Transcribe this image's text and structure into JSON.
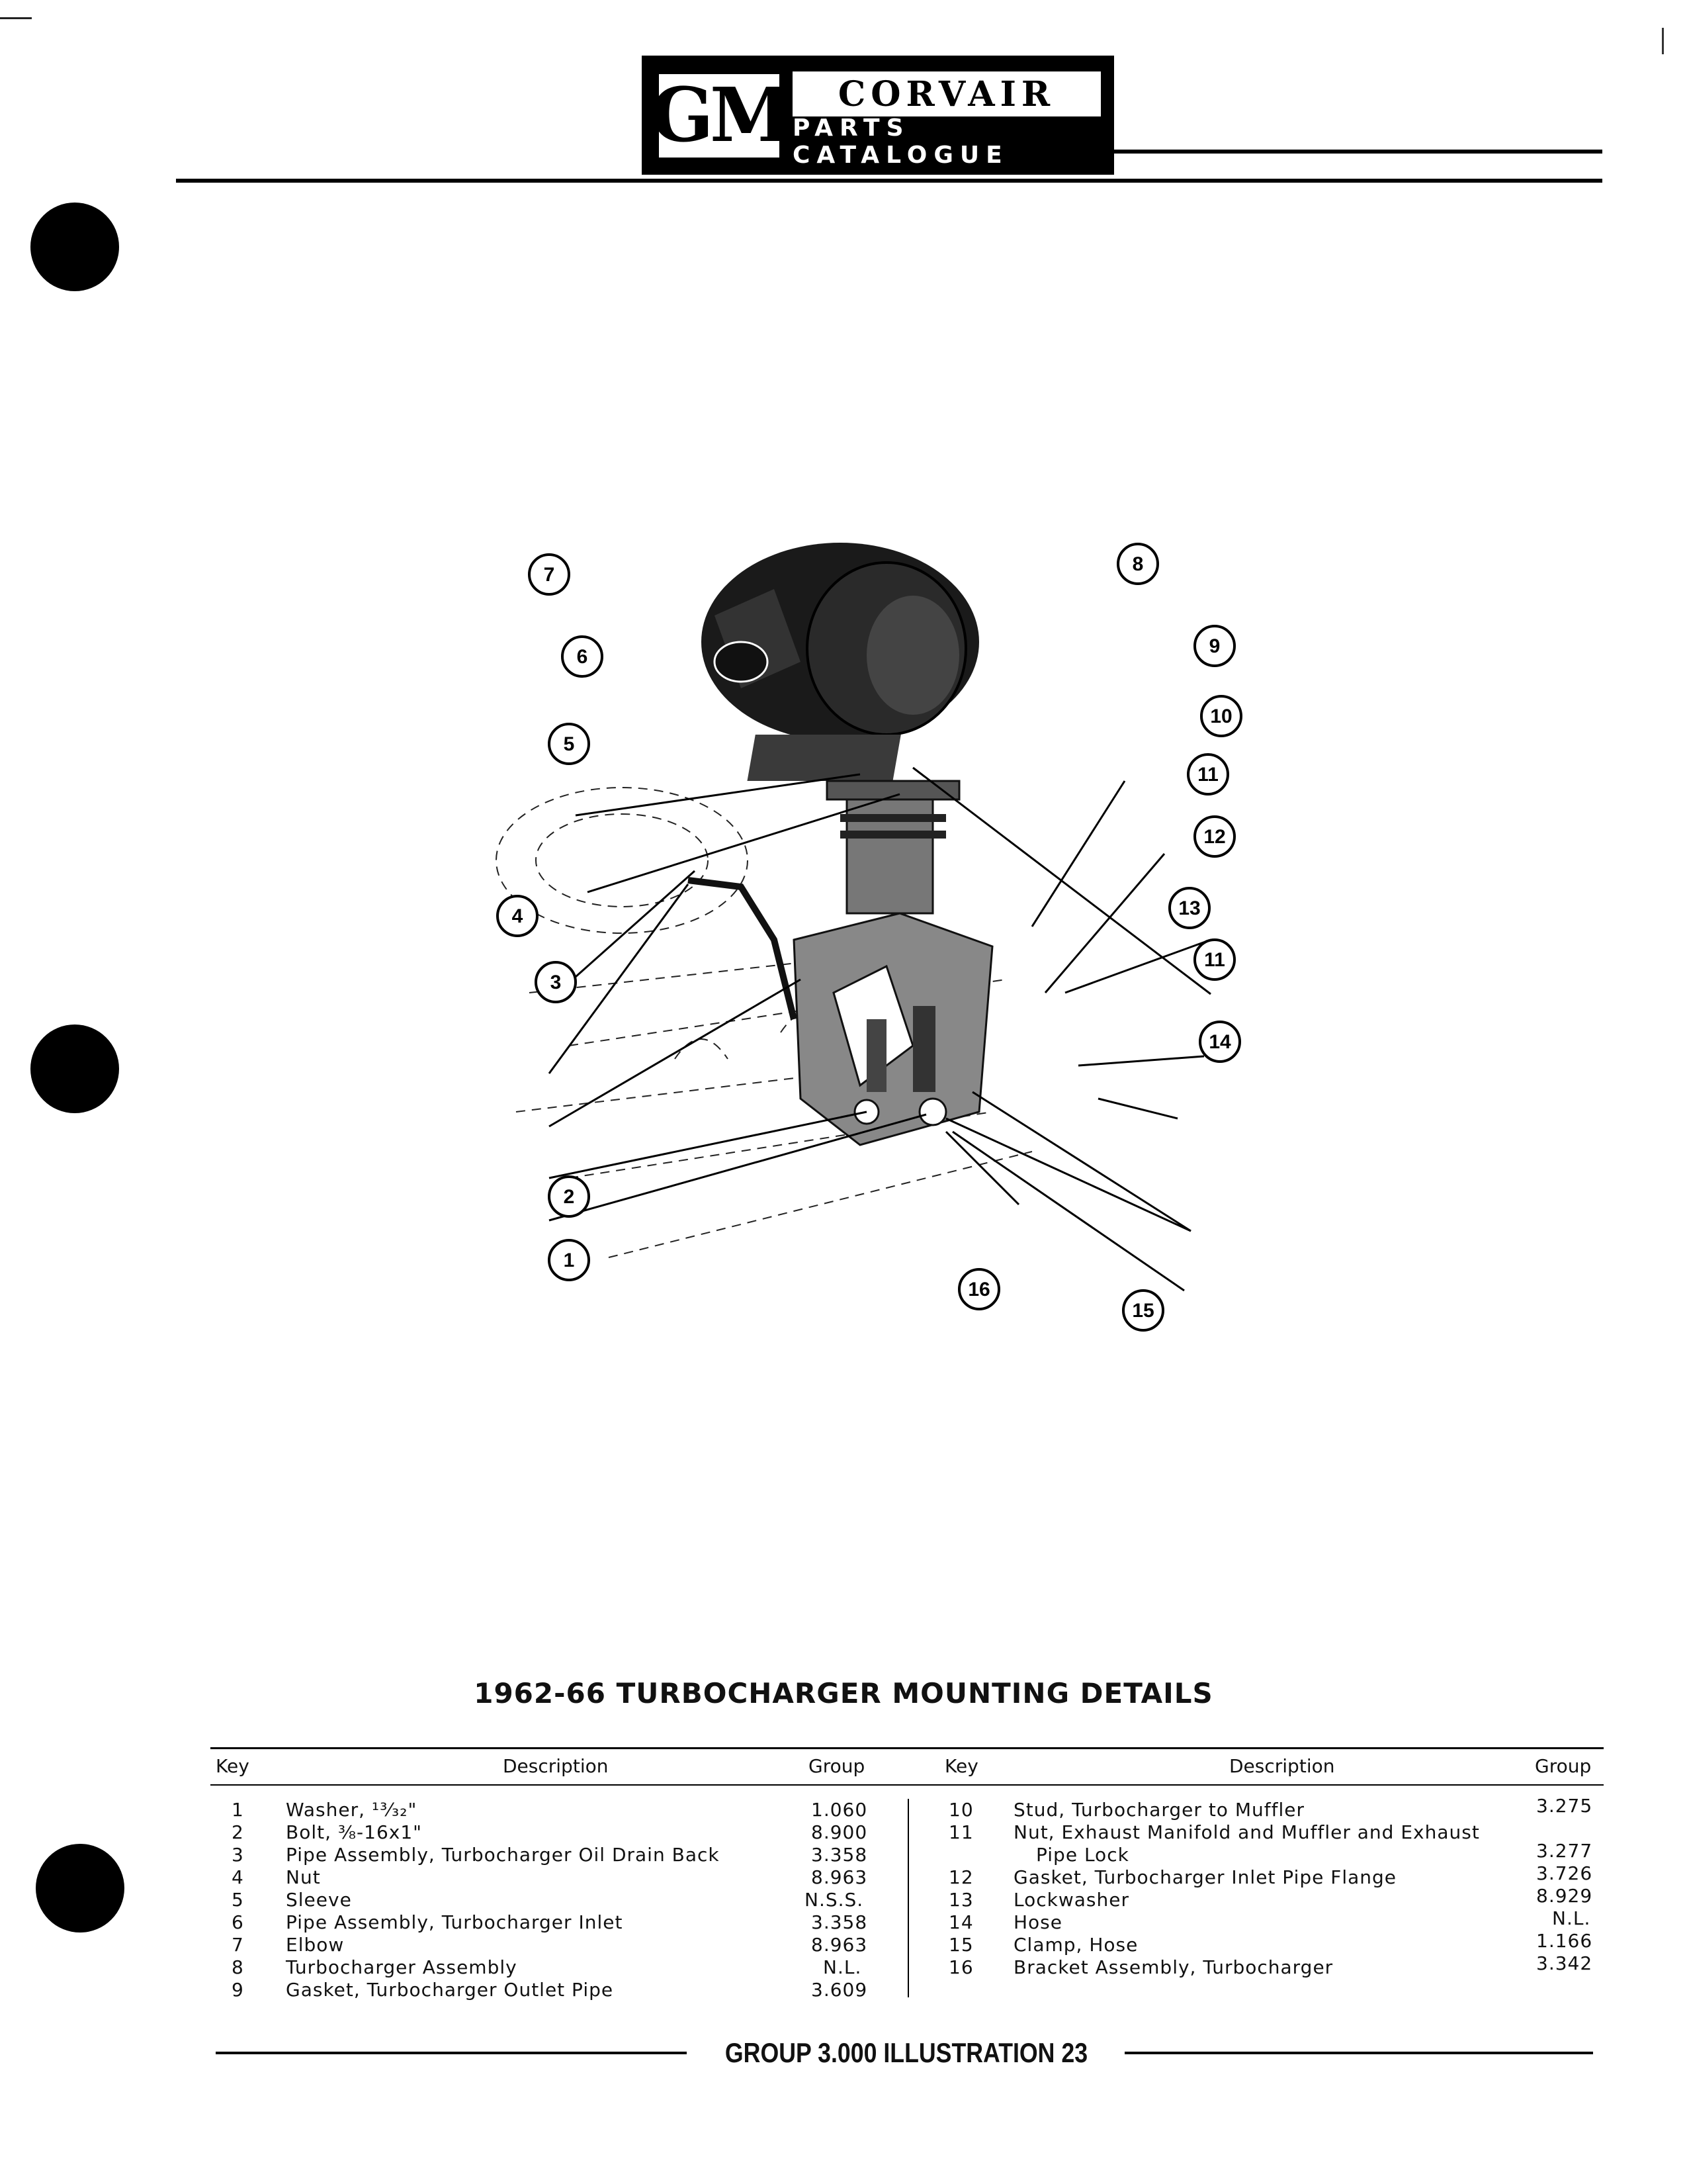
{
  "header": {
    "brand": "GM",
    "model": "CORVAIR",
    "subtitle": "PARTS CATALOGUE"
  },
  "illustration": {
    "callouts": [
      "1",
      "2",
      "3",
      "4",
      "5",
      "6",
      "7",
      "8",
      "9",
      "10",
      "11",
      "12",
      "13",
      "11",
      "14",
      "15",
      "16"
    ]
  },
  "caption": "1962-66 TURBOCHARGER MOUNTING DETAILS",
  "table": {
    "left_headers": {
      "key": "Key",
      "description": "Description",
      "group": "Group"
    },
    "right_headers": {
      "key": "Key",
      "description": "Description",
      "group": "Group"
    },
    "left_rows": [
      {
        "key": "1",
        "description": "Washer, ¹³⁄₃₂\"",
        "group": "1.060"
      },
      {
        "key": "2",
        "description": "Bolt, ⅜-16x1\"",
        "group": "8.900"
      },
      {
        "key": "3",
        "description": "Pipe Assembly, Turbocharger Oil Drain Back",
        "group": "3.358"
      },
      {
        "key": "4",
        "description": "Nut",
        "group": "8.963"
      },
      {
        "key": "5",
        "description": "Sleeve",
        "group": "N.S.S."
      },
      {
        "key": "6",
        "description": "Pipe Assembly, Turbocharger Inlet",
        "group": "3.358"
      },
      {
        "key": "7",
        "description": "Elbow",
        "group": "8.963"
      },
      {
        "key": "8",
        "description": "Turbocharger Assembly",
        "group": "N.L."
      },
      {
        "key": "9",
        "description": "Gasket, Turbocharger Outlet Pipe",
        "group": "3.609"
      }
    ],
    "right_rows": [
      {
        "key": "10",
        "description": "Stud, Turbocharger to Muffler",
        "description_cont": "",
        "group": "3.275"
      },
      {
        "key": "11",
        "description": "Nut, Exhaust Manifold and Muffler and Exhaust",
        "description_cont": "Pipe Lock",
        "group": "3.277"
      },
      {
        "key": "12",
        "description": "Gasket, Turbocharger Inlet Pipe Flange",
        "description_cont": "",
        "group": "3.726"
      },
      {
        "key": "13",
        "description": "Lockwasher",
        "description_cont": "",
        "group": "8.929"
      },
      {
        "key": "14",
        "description": "Hose",
        "description_cont": "",
        "group": "N.L."
      },
      {
        "key": "15",
        "description": "Clamp, Hose",
        "description_cont": "",
        "group": "1.166"
      },
      {
        "key": "16",
        "description": "Bracket Assembly, Turbocharger",
        "description_cont": "",
        "group": "3.342"
      }
    ]
  },
  "footer": "GROUP 3.000 ILLUSTRATION 23"
}
